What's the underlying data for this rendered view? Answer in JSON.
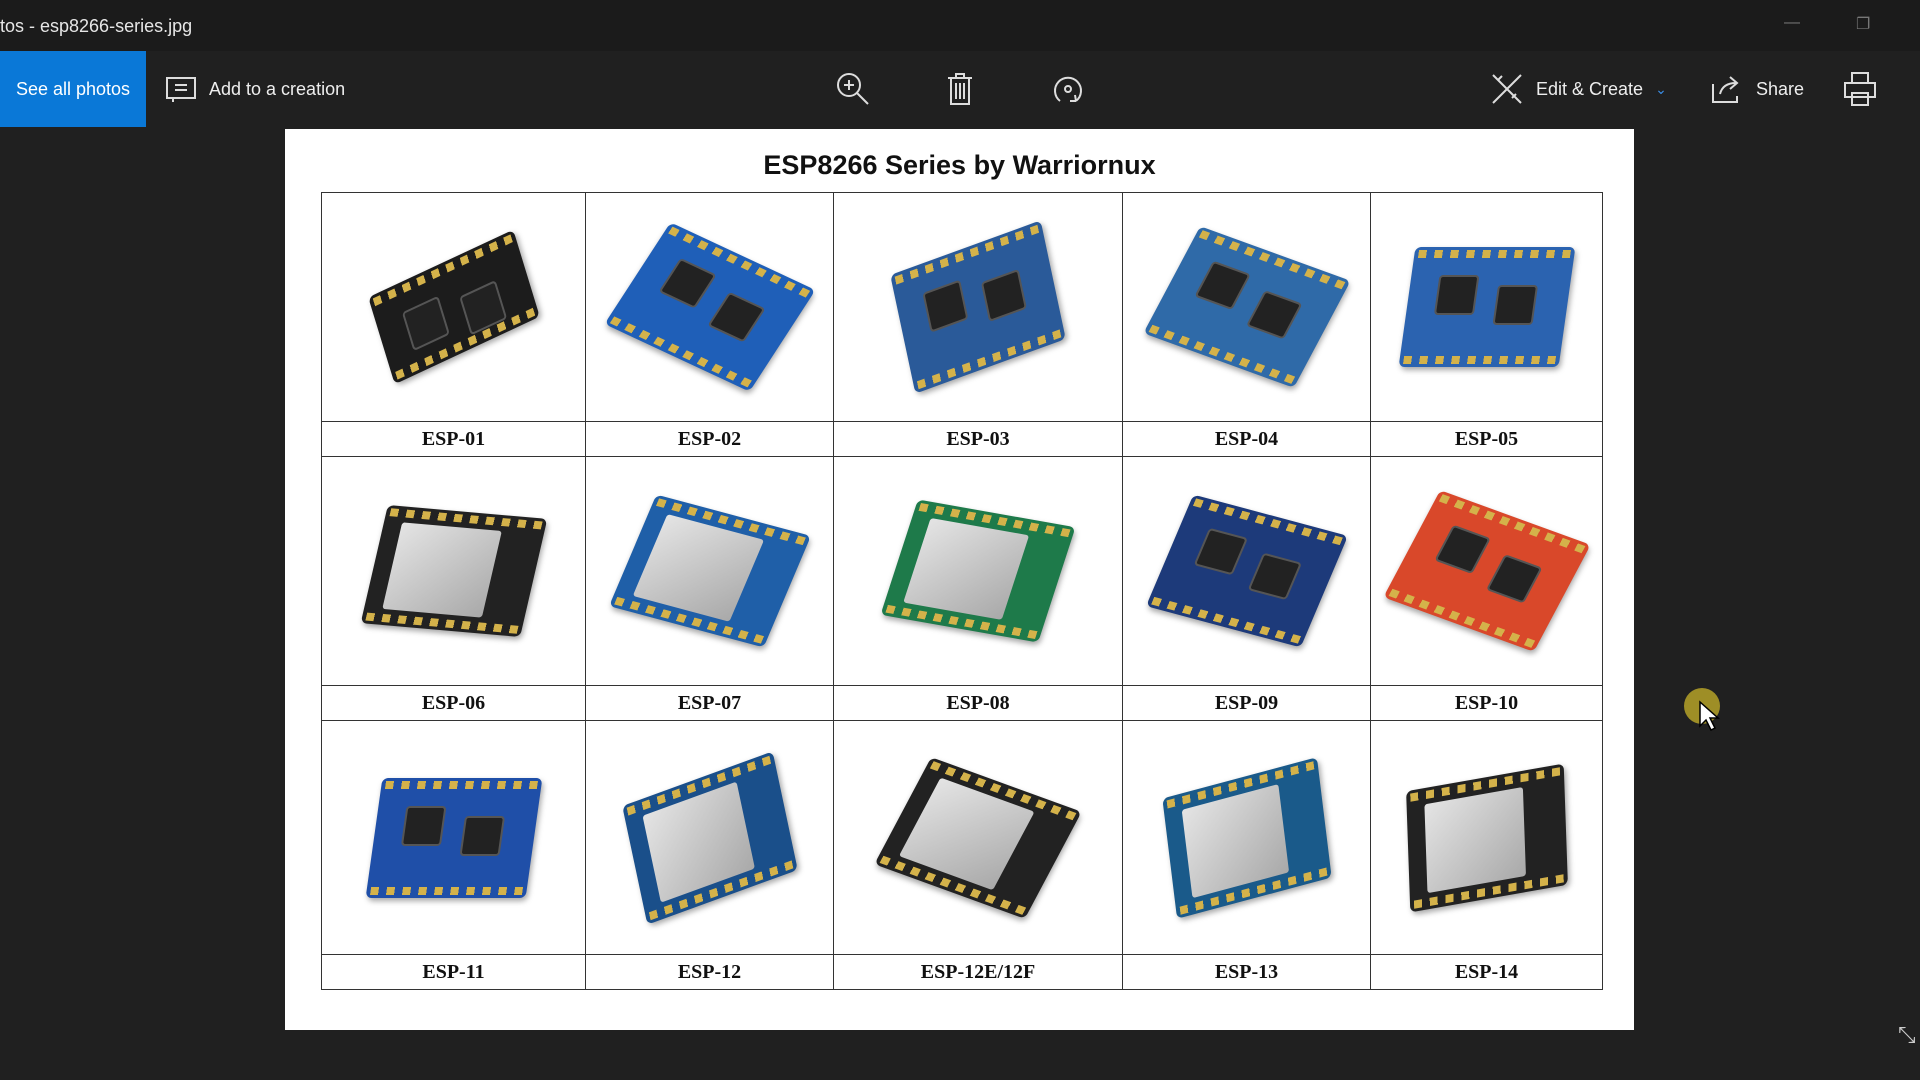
{
  "window": {
    "title": "tos - esp8266-series.jpg",
    "minimize": "—",
    "restore": "❐"
  },
  "toolbar": {
    "see_all": "See all photos",
    "add_creation": "Add to a creation",
    "edit_create": "Edit & Create",
    "share": "Share"
  },
  "image": {
    "title": "ESP8266 Series by Warriornux",
    "modules": [
      {
        "name": "ESP-01",
        "color": "#1c1c1c"
      },
      {
        "name": "ESP-02",
        "color": "#1f5fb8"
      },
      {
        "name": "ESP-03",
        "color": "#2a5a99"
      },
      {
        "name": "ESP-04",
        "color": "#2f6aa8"
      },
      {
        "name": "ESP-05",
        "color": "#2b63b0"
      },
      {
        "name": "ESP-06",
        "color": "#222222"
      },
      {
        "name": "ESP-07",
        "color": "#1f5fa8"
      },
      {
        "name": "ESP-08",
        "color": "#1e7a4a"
      },
      {
        "name": "ESP-09",
        "color": "#1d3a7a"
      },
      {
        "name": "ESP-10",
        "color": "#d9482a"
      },
      {
        "name": "ESP-11",
        "color": "#1f4fa8"
      },
      {
        "name": "ESP-12",
        "color": "#1a4f8a"
      },
      {
        "name": "ESP-12E/12F",
        "color": "#222222"
      },
      {
        "name": "ESP-13",
        "color": "#1a5a8a"
      },
      {
        "name": "ESP-14",
        "color": "#222222"
      }
    ]
  }
}
